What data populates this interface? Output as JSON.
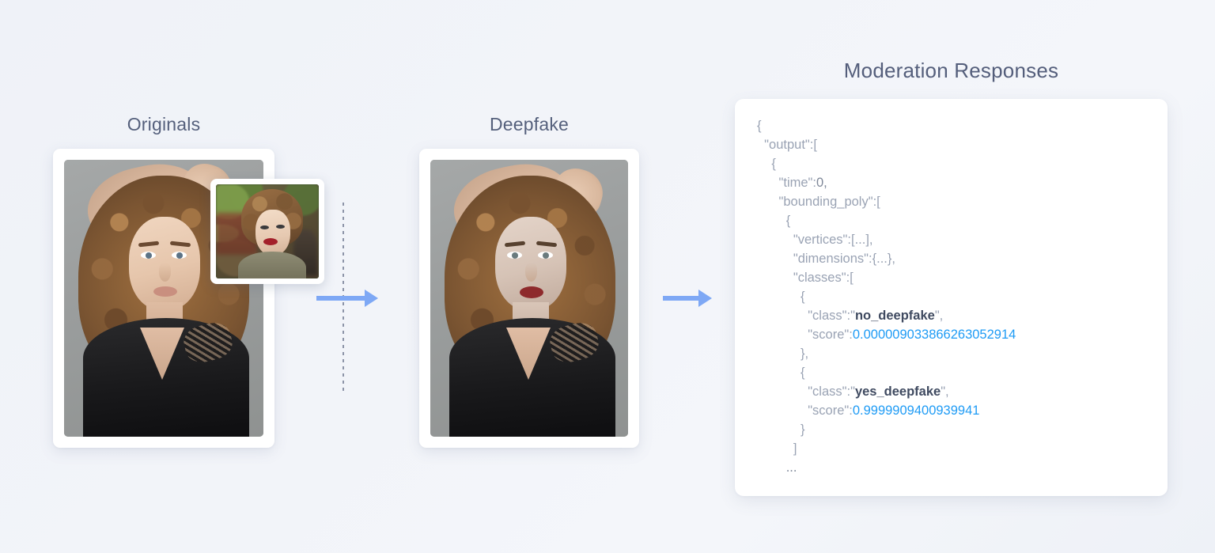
{
  "columns": {
    "originals_label": "Originals",
    "deepfake_label": "Deepfake"
  },
  "panel": {
    "title": "Moderation Responses"
  },
  "json_response": {
    "lines": [
      {
        "indent": 0,
        "segments": [
          {
            "type": "punct",
            "text": "{"
          }
        ]
      },
      {
        "indent": 1,
        "segments": [
          {
            "type": "key",
            "text": "\"output\":["
          }
        ]
      },
      {
        "indent": 2,
        "segments": [
          {
            "type": "punct",
            "text": "{"
          }
        ]
      },
      {
        "indent": 3,
        "segments": [
          {
            "type": "key",
            "text": "\"time\":"
          },
          {
            "type": "plain",
            "text": "0,"
          }
        ]
      },
      {
        "indent": 3,
        "segments": [
          {
            "type": "key",
            "text": "\"bounding_poly\":["
          }
        ]
      },
      {
        "indent": 4,
        "segments": [
          {
            "type": "punct",
            "text": "{"
          }
        ]
      },
      {
        "indent": 5,
        "segments": [
          {
            "type": "key",
            "text": "\"vertices\":[...],"
          }
        ]
      },
      {
        "indent": 5,
        "segments": [
          {
            "type": "key",
            "text": "\"dimensions\":{...},"
          }
        ]
      },
      {
        "indent": 5,
        "segments": [
          {
            "type": "key",
            "text": "\"classes\":["
          }
        ]
      },
      {
        "indent": 6,
        "segments": [
          {
            "type": "punct",
            "text": "{"
          }
        ]
      },
      {
        "indent": 7,
        "segments": [
          {
            "type": "key",
            "text": "\"class\":\""
          },
          {
            "type": "strong",
            "text": "no_deepfake"
          },
          {
            "type": "key",
            "text": "\","
          }
        ]
      },
      {
        "indent": 7,
        "segments": [
          {
            "type": "key",
            "text": "\"score\":"
          },
          {
            "type": "num",
            "text": "0.000009033866263052914"
          }
        ]
      },
      {
        "indent": 6,
        "segments": [
          {
            "type": "punct",
            "text": "},"
          }
        ]
      },
      {
        "indent": 6,
        "segments": [
          {
            "type": "punct",
            "text": "{"
          }
        ]
      },
      {
        "indent": 7,
        "segments": [
          {
            "type": "key",
            "text": "\"class\":\""
          },
          {
            "type": "strong",
            "text": "yes_deepfake"
          },
          {
            "type": "key",
            "text": "\","
          }
        ]
      },
      {
        "indent": 7,
        "segments": [
          {
            "type": "key",
            "text": "\"score\":"
          },
          {
            "type": "num",
            "text": "0.9999909400939941"
          }
        ]
      },
      {
        "indent": 6,
        "segments": [
          {
            "type": "punct",
            "text": "}"
          }
        ]
      },
      {
        "indent": 5,
        "segments": [
          {
            "type": "punct",
            "text": "]"
          }
        ]
      },
      {
        "indent": 4,
        "segments": [
          {
            "type": "plain",
            "text": "..."
          }
        ]
      }
    ]
  },
  "colors": {
    "background_start": "#eff2f8",
    "background_end": "#eef1f7",
    "arrow": "#7ea8f5",
    "score_value": "#1e9bf5",
    "class_value": "#3f4a60",
    "json_key": "#9aa3b4",
    "heading": "#55607c",
    "divider": "#8d94a8"
  },
  "icons": {
    "arrow_transform_1": "right-arrow-icon",
    "arrow_transform_2": "right-arrow-icon",
    "divider": "vertical-dotted-divider"
  }
}
